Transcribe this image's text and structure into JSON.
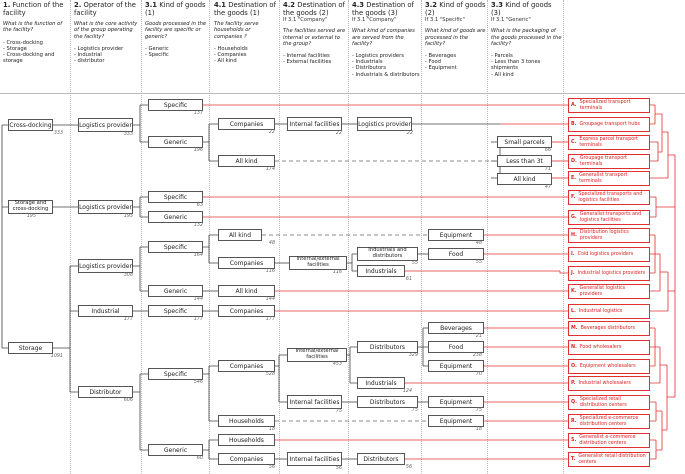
{
  "columns": [
    {
      "num": "1.",
      "title": "Function of the facility",
      "sub": "",
      "question": "What is the function of the facility?",
      "options": "- Cross-docking\n- Storage\n- Cross-docking and storage"
    },
    {
      "num": "2.",
      "title": "Operator of the facility",
      "sub": "",
      "question": "What is the core activity of the group operating the facility?",
      "options": "- Logistics provider\n- Industrial\n- distributor"
    },
    {
      "num": "3.1",
      "title": "Kind of goods (1)",
      "sub": "",
      "question": "Goods processed in the facility are specific or generic?",
      "options": "- Generic\n- Specific"
    },
    {
      "num": "4.1",
      "title": "Destination of the goods (1)",
      "sub": "",
      "question": "The facility serve households or companies ?",
      "options": "- Households\n- Companies\n- All kind"
    },
    {
      "num": "4.2",
      "title": "Destination of the goods (2)",
      "sub": "If 3.1 \"Company\"",
      "question": "The facilities served are internal or external to the group?",
      "options": "- Internal facilities\n- External facilities"
    },
    {
      "num": "4.3",
      "title": "Destination of the goods (3)",
      "sub": "If 3.1 \"Company\"",
      "question": "What kind of companies are served from the facility?",
      "options": "- Logistics providers\n- Industrials\n- Distributors\n- Industrials & distributors"
    },
    {
      "num": "3.2",
      "title": "Kind of goods (2)",
      "sub": "If 3.1 \"Specific\"",
      "question": "What kind of goods are processed in the facility?",
      "options": "- Beverages\n- Food\n- Equipment"
    },
    {
      "num": "3.3",
      "title": "Kind of goods (3)",
      "sub": "If 3.1 \"Generic\"",
      "question": "What is the packaging of the goods processed in the facility?",
      "options": "- Parcels\n- Less than 3 tones shipments\n- All kind"
    }
  ],
  "nodes": {
    "crossdocking": {
      "label": "Cross-docking",
      "count": "333"
    },
    "storage_cd": {
      "label": "Storage and cross-docking",
      "count": "195"
    },
    "storage": {
      "label": "Storage",
      "count": "1091"
    },
    "lp1": {
      "label": "Logistics provider",
      "count": "333"
    },
    "lp2": {
      "label": "Logistics provider",
      "count": "195"
    },
    "lp3": {
      "label": "Logistics provider",
      "count": "308"
    },
    "industrial": {
      "label": "Industrial",
      "count": "177"
    },
    "distributor": {
      "label": "Distributor",
      "count": "606"
    },
    "spec1": {
      "label": "Specific",
      "count": "137"
    },
    "gen1": {
      "label": "Generic",
      "count": "196"
    },
    "spec2": {
      "label": "Specific",
      "count": "63"
    },
    "gen2": {
      "label": "Generic",
      "count": "132"
    },
    "spec3": {
      "label": "Specific",
      "count": "164"
    },
    "gen3": {
      "label": "Generic",
      "count": "144"
    },
    "spec4": {
      "label": "Specific",
      "count": "177"
    },
    "spec5": {
      "label": "Specific",
      "count": "546"
    },
    "gen5": {
      "label": "Generic",
      "count": "60"
    },
    "comp1": {
      "label": "Companies",
      "count": "22"
    },
    "allk1": {
      "label": "All kind",
      "count": "174"
    },
    "allk2": {
      "label": "All kind",
      "count": "48"
    },
    "comp3": {
      "label": "Companies",
      "count": "116"
    },
    "allk3": {
      "label": "All kind",
      "count": "144"
    },
    "comp4": {
      "label": "Companies",
      "count": "177"
    },
    "comp5": {
      "label": "Companies",
      "count": "528"
    },
    "hh5": {
      "label": "Households",
      "count": "18"
    },
    "hh6": {
      "label": "Households",
      "count": ""
    },
    "comp6": {
      "label": "Companies",
      "count": "56"
    },
    "int1": {
      "label": "Internal facilities",
      "count": "22"
    },
    "ie3": {
      "label": "Internal/external facilities",
      "count": "116"
    },
    "ie5": {
      "label": "Internal/external facilities",
      "count": "453"
    },
    "int5": {
      "label": "Internal facilities",
      "count": "75"
    },
    "int6": {
      "label": "Internal facilities",
      "count": "56"
    },
    "lpdest": {
      "label": "Logistics provider",
      "count": "22"
    },
    "indist": {
      "label": "Industrials and distributors",
      "count": "55"
    },
    "ind3": {
      "label": "Industrials",
      "count": "61"
    },
    "dist5": {
      "label": "Distributors",
      "count": "329"
    },
    "ind5": {
      "label": "Industrials",
      "count": "124"
    },
    "dist6": {
      "label": "Distributors",
      "count": "75"
    },
    "dist7": {
      "label": "Distributors",
      "count": "56"
    },
    "small": {
      "label": "Small parcels",
      "count": "66"
    },
    "lt3": {
      "label": "Less than 3t",
      "count": "71"
    },
    "allkg": {
      "label": "All kind",
      "count": "47"
    },
    "equip1": {
      "label": "Equipment",
      "count": "48"
    },
    "food1": {
      "label": "Food",
      "count": "55"
    },
    "bev": {
      "label": "Beverages",
      "count": "21"
    },
    "food2": {
      "label": "Food",
      "count": "238"
    },
    "equip2": {
      "label": "Equipment",
      "count": "70"
    },
    "equip3": {
      "label": "Equipment",
      "count": "75"
    },
    "equip4": {
      "label": "Equipment",
      "count": "18"
    }
  },
  "outcomes": [
    {
      "letter": "A.",
      "label": "Specialized transport terminals"
    },
    {
      "letter": "B.",
      "label": "Groupage transport hubs"
    },
    {
      "letter": "C.",
      "label": "Express parcel transport terminals"
    },
    {
      "letter": "D.",
      "label": "Groupage transport terminals"
    },
    {
      "letter": "E.",
      "label": "Generalist transport terminals"
    },
    {
      "letter": "F.",
      "label": "Specialized transports and logistics facilities"
    },
    {
      "letter": "G.",
      "label": "Generalist transports and logistics facilities"
    },
    {
      "letter": "H.",
      "label": "Distribution logistics providers"
    },
    {
      "letter": "I.",
      "label": "Cold logistics providers"
    },
    {
      "letter": "J.",
      "label": "Industrial logistics providers"
    },
    {
      "letter": "K.",
      "label": "Generalist logistics providers"
    },
    {
      "letter": "L.",
      "label": "Industrial logistics"
    },
    {
      "letter": "M.",
      "label": "Beverages distributors"
    },
    {
      "letter": "N.",
      "label": "Food wholesalers"
    },
    {
      "letter": "O.",
      "label": "Equipment wholesalers"
    },
    {
      "letter": "P.",
      "label": "Industrial wholesalers"
    },
    {
      "letter": "Q.",
      "label": "Specialized retail distribution centers"
    },
    {
      "letter": "R.",
      "label": "Specialized e-commerce distribution centers"
    },
    {
      "letter": "S.",
      "label": "Generalist e-commerce distribution centers"
    },
    {
      "letter": "T.",
      "label": "Generalist retail distribution centers"
    }
  ],
  "colors": {
    "node_border": "#555555",
    "outcome": "#e03030",
    "tree_line": "#444444",
    "dashed": "#666666"
  }
}
